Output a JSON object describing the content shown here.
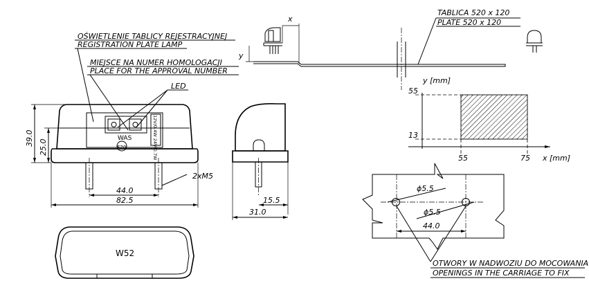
{
  "labels": {
    "plate_pl": "TABLICA 520 x 120",
    "plate_en": "PLATE 520 x 120",
    "lamp_pl": "OŚWIETLENIE TABLICY REJESTRACYJNEJ",
    "lamp_en": "REGISTRATION PLATE LAMP",
    "approval_pl": "MIEJSCE NA NUMER HOMOLOGACJI",
    "approval_en": "PLACE FOR THE APPROVAL NUMBER",
    "led": "LED",
    "was": "WAS",
    "e20": "E20",
    "voltage": "12V/0.4W 24V/0.7W",
    "thread": "2xM5",
    "model": "W52",
    "holes_pl": "OTWORY W NADWOZIU DO MOCOWANIA",
    "holes_en": "OPENINGS IN THE CARRIAGE TO FIX",
    "axis_x": "x",
    "axis_y": "y",
    "axis_y_unit": "y [mm]",
    "axis_x_unit": "x [mm]"
  },
  "dims": {
    "height_total": "39.0",
    "height_base": "25.0",
    "width_pitch": "44.0",
    "width_total": "82.5",
    "side_stud": "15.5",
    "side_depth": "31.0",
    "hole_d1": "ϕ5.5",
    "hole_d2": "ϕ5.5",
    "hole_pitch": "44.0"
  },
  "graph": {
    "y_top": "55",
    "y_bottom": "13",
    "x_left": "55",
    "x_right": "75"
  }
}
